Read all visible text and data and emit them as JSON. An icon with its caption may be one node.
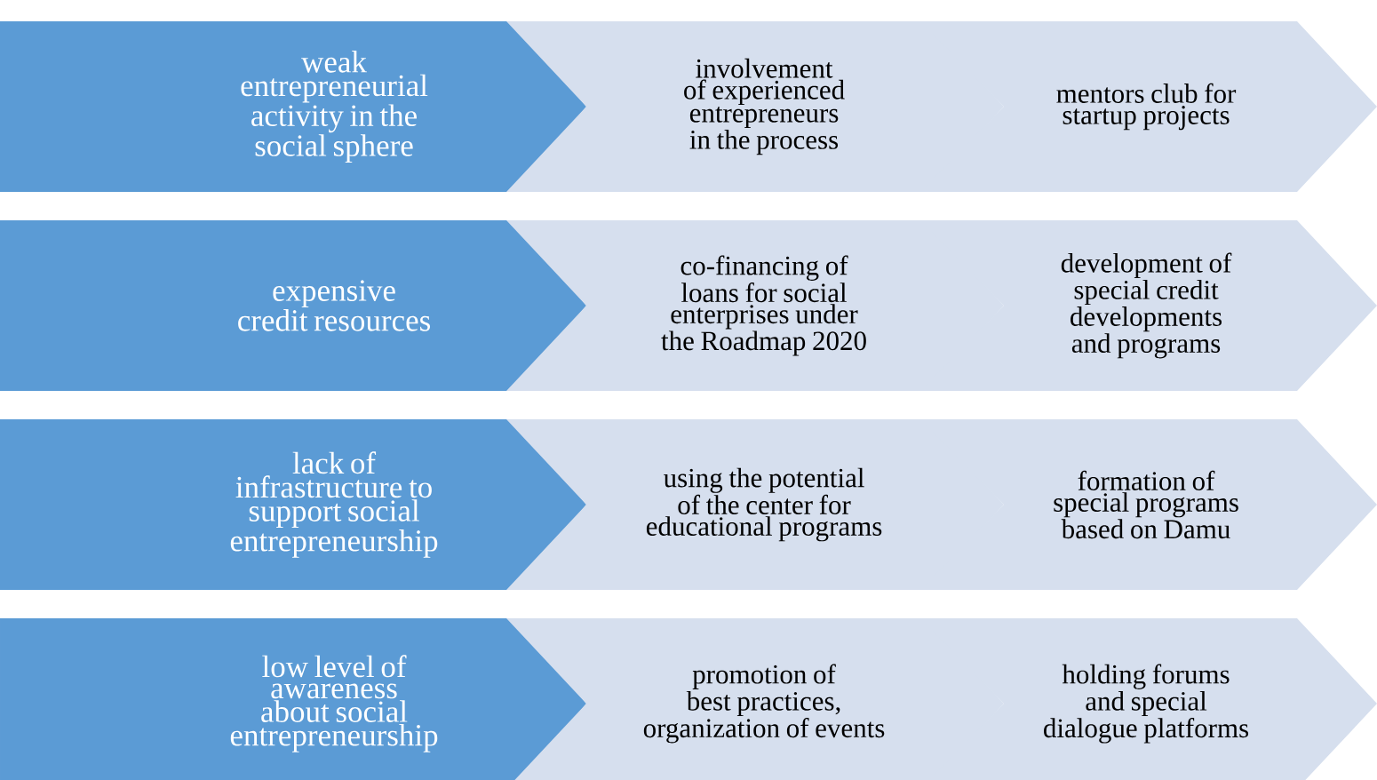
{
  "diagram": {
    "nodes": [
      {
        "text": [
          "weak entrepreneurial activity in the social sphere"
        ]
      },
      {
        "text": [
          "involvement of experienced entrepreneurs in the process"
        ]
      },
      {
        "text": [
          "mentors club for startup projects"
        ]
      },
      {
        "text": [
          "expensive credit resources"
        ]
      },
      {
        "text": [
          "co-financing of loans for social enterprises under the Roadmap 2020"
        ]
      },
      {
        "text": [
          "development of special credit developments and programs"
        ]
      },
      {
        "text": [
          "lack of infrastructure to support social entrepreneurship"
        ]
      },
      {
        "text": [
          "using the potential of the center for educational programs"
        ]
      },
      {
        "text": [
          "formation of special programs based on Damu"
        ]
      },
      {
        "text": [
          "low level of awareness about social entrepreneurship"
        ]
      },
      {
        "text": [
          "promotion of best practices, organization of events"
        ]
      },
      {
        "text": [
          "holding forums and special dialogue platforms"
        ]
      }
    ]
  }
}
